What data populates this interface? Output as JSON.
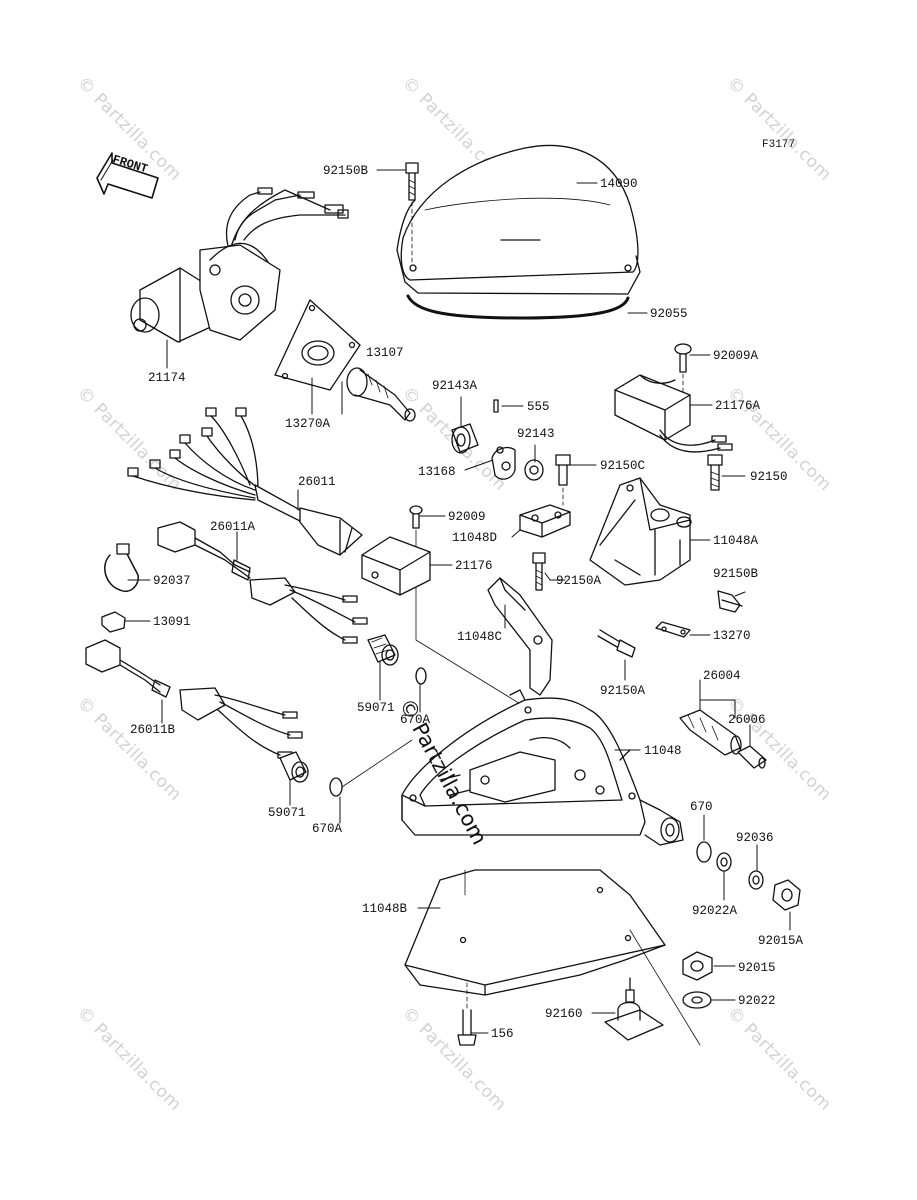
{
  "figure_id": "F3177",
  "front_label": "FRONT",
  "watermark_text": "© Partzilla.com",
  "center_watermark": "© Partzilla.com",
  "part_labels": {
    "p92150B_top": "92150B",
    "p14090": "14090",
    "p92055": "92055",
    "p21174": "21174",
    "p13107": "13107",
    "p13270A": "13270A",
    "p92009A": "92009A",
    "p92143A": "92143A",
    "p555": "555",
    "p21176A": "21176A",
    "p92143": "92143",
    "p13168": "13168",
    "p92150C": "92150C",
    "p92150": "92150",
    "p26011": "26011",
    "p92009": "92009",
    "p11048D": "11048D",
    "p11048A": "11048A",
    "p26011A": "26011A",
    "p92037": "92037",
    "p21176": "21176",
    "p92150A_mid": "92150A",
    "p92150B_mid": "92150B",
    "p13091": "13091",
    "p11048C": "11048C",
    "p13270": "13270",
    "p92150A_low": "92150A",
    "p26004": "26004",
    "p59071_top": "59071",
    "p670A_top": "670A",
    "p26006": "26006",
    "p26011B": "26011B",
    "p11048": "11048",
    "p59071_low": "59071",
    "p670A_low": "670A",
    "p670": "670",
    "p92036": "92036",
    "p11048B": "11048B",
    "p92022A": "92022A",
    "p92015A": "92015A",
    "p92015": "92015",
    "p92160": "92160",
    "p92022": "92022",
    "p156": "156"
  }
}
